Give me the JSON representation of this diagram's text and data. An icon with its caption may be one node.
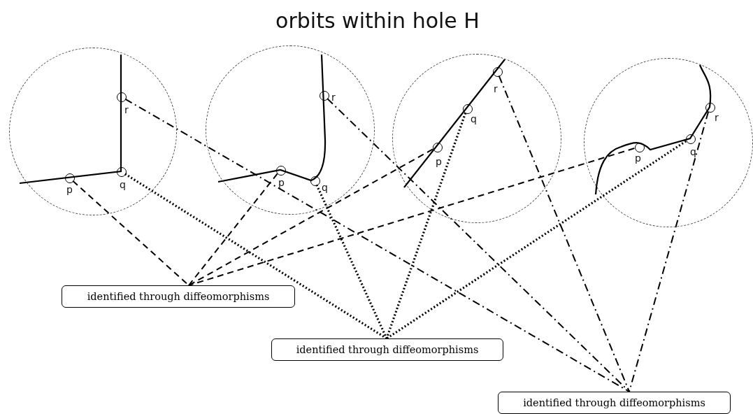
{
  "diagram": {
    "title": "orbits within hole H",
    "nodes": [
      {
        "text": [],
        "shape": "circle"
      },
      {
        "text": [],
        "shape": "circle",
        "beside": [
          "p"
        ],
        "in": 0
      },
      {
        "text": [],
        "shape": "circle",
        "beside": [
          "q"
        ],
        "in": 0
      },
      {
        "text": [],
        "shape": "circle",
        "beside": [
          "r"
        ],
        "in": 0
      },
      {
        "text": [],
        "shape": "circle"
      },
      {
        "text": [],
        "shape": "circle",
        "beside": [
          "p"
        ],
        "in": 4
      },
      {
        "text": [],
        "shape": "circle",
        "beside": [
          "q"
        ],
        "in": 4
      },
      {
        "text": [],
        "shape": "circle",
        "beside": [
          "r"
        ],
        "in": 4
      },
      {
        "text": [],
        "shape": "circle"
      },
      {
        "text": [],
        "shape": "circle",
        "beside": [
          "p"
        ],
        "in": 8
      },
      {
        "text": [],
        "shape": "circle",
        "beside": [
          "q"
        ],
        "in": 8
      },
      {
        "text": [],
        "shape": "circle",
        "beside": [
          "r"
        ],
        "in": 8
      },
      {
        "text": [],
        "shape": "circle"
      },
      {
        "text": [],
        "shape": "circle",
        "beside": [
          "p"
        ],
        "in": 12
      },
      {
        "text": [],
        "shape": "circle",
        "beside": [
          "q"
        ],
        "in": 12
      },
      {
        "text": [],
        "shape": "circle",
        "beside": [
          "r"
        ],
        "in": 12
      },
      {
        "text": [
          "identified through diffeomorphisms"
        ]
      },
      {
        "text": [
          "identified through diffeomorphisms"
        ]
      },
      {
        "text": [
          "identified through diffeomorphisms"
        ]
      }
    ],
    "edges": [
      {
        "from": 1,
        "to": 16,
        "arrow": "none",
        "style": "dashed"
      },
      {
        "from": 5,
        "to": 16,
        "arrow": "none",
        "style": "dashed"
      },
      {
        "from": 9,
        "to": 16,
        "arrow": "none",
        "style": "dashed"
      },
      {
        "from": 13,
        "to": 16,
        "arrow": "none",
        "style": "dashed"
      },
      {
        "from": 2,
        "to": 17,
        "arrow": "none",
        "style": "dashed"
      },
      {
        "from": 6,
        "to": 17,
        "arrow": "none",
        "style": "dashed"
      },
      {
        "from": 10,
        "to": 17,
        "arrow": "none",
        "style": "dashed"
      },
      {
        "from": 14,
        "to": 17,
        "arrow": "none",
        "style": "dashed"
      },
      {
        "from": 3,
        "to": 18,
        "arrow": "none",
        "style": "dashed"
      },
      {
        "from": 7,
        "to": 18,
        "arrow": "none",
        "style": "dashed"
      },
      {
        "from": 11,
        "to": 18,
        "arrow": "none",
        "style": "dashed"
      },
      {
        "from": 15,
        "to": 18,
        "arrow": "none",
        "style": "dashed"
      }
    ]
  }
}
